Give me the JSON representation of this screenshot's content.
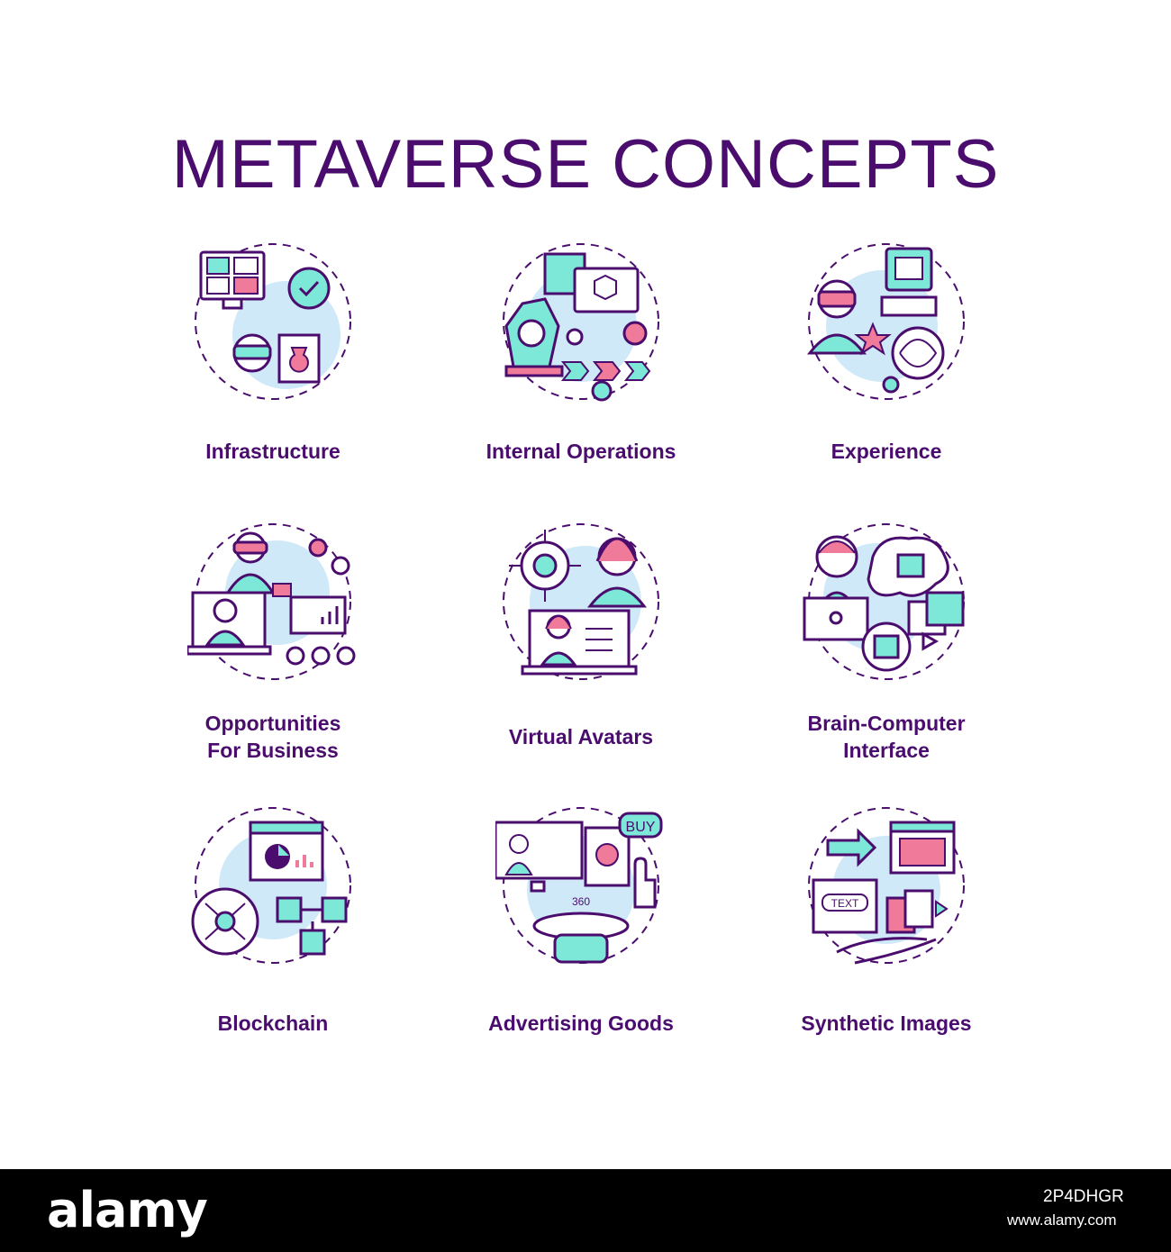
{
  "title": "METAVERSE CONCEPTS",
  "colors": {
    "title": "#4a0d6e",
    "outline": "#4a0d6e",
    "accent_teal": "#7de8d8",
    "accent_pink": "#f07a9a",
    "accent_blue": "#cfe9f8"
  },
  "icons": [
    {
      "name": "infrastructure-icon",
      "label": "Infrastructure"
    },
    {
      "name": "internal-operations-icon",
      "label": "Internal Operations"
    },
    {
      "name": "experience-icon",
      "label": "Experience"
    },
    {
      "name": "opportunities-for-business-icon",
      "label_line1": "Opportunities",
      "label_line2": "For Business"
    },
    {
      "name": "virtual-avatars-icon",
      "label": "Virtual Avatars"
    },
    {
      "name": "brain-computer-interface-icon",
      "label_line1": "Brain-Computer",
      "label_line2": "Interface"
    },
    {
      "name": "blockchain-icon",
      "label": "Blockchain"
    },
    {
      "name": "advertising-goods-icon",
      "label": "Advertising Goods",
      "buy_text": "BUY",
      "rotation_text": "360"
    },
    {
      "name": "synthetic-images-icon",
      "label": "Synthetic Images",
      "text_tag": "TEXT"
    }
  ],
  "watermark": {
    "logo": "alamy",
    "image_id": "2P4DHGR",
    "site": "www.alamy.com"
  }
}
